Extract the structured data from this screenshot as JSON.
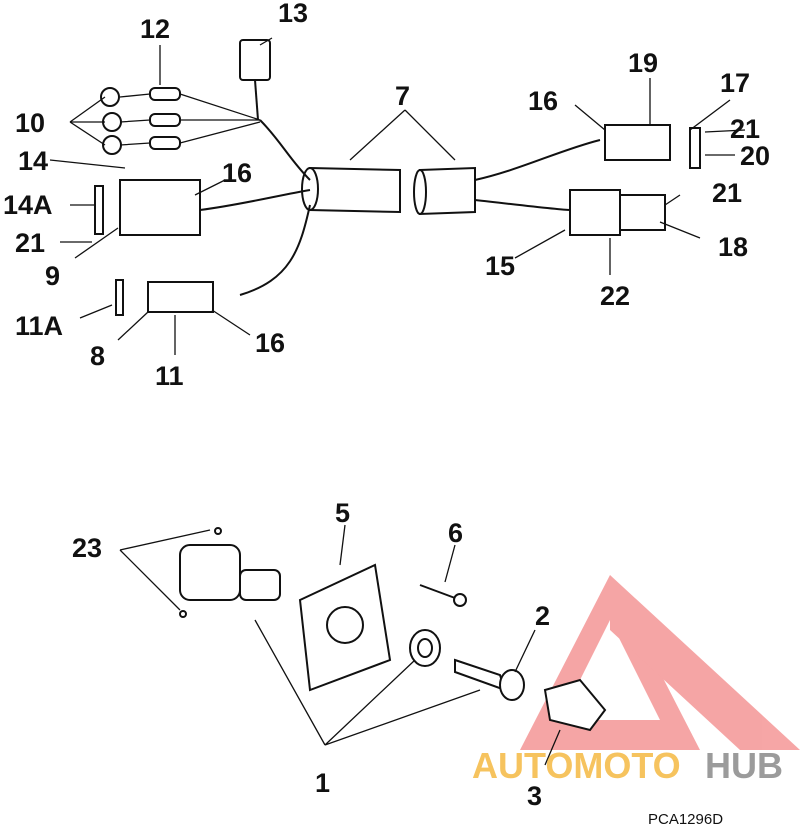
{
  "diagram": {
    "callouts": [
      "12",
      "13",
      "10",
      "7",
      "19",
      "16",
      "17",
      "21",
      "20",
      "14",
      "16",
      "14A",
      "21",
      "9",
      "11A",
      "8",
      "11",
      "16",
      "15",
      "22",
      "21",
      "18",
      "5",
      "6",
      "23",
      "2",
      "1",
      "3"
    ],
    "figure_code": "PCA1296D",
    "watermark": {
      "part1": "AUTOMOTO",
      "part2": "HUB",
      "color1": "#f5b942",
      "color2": "#8a8a8a",
      "logo_color": "#f06a6a"
    }
  }
}
